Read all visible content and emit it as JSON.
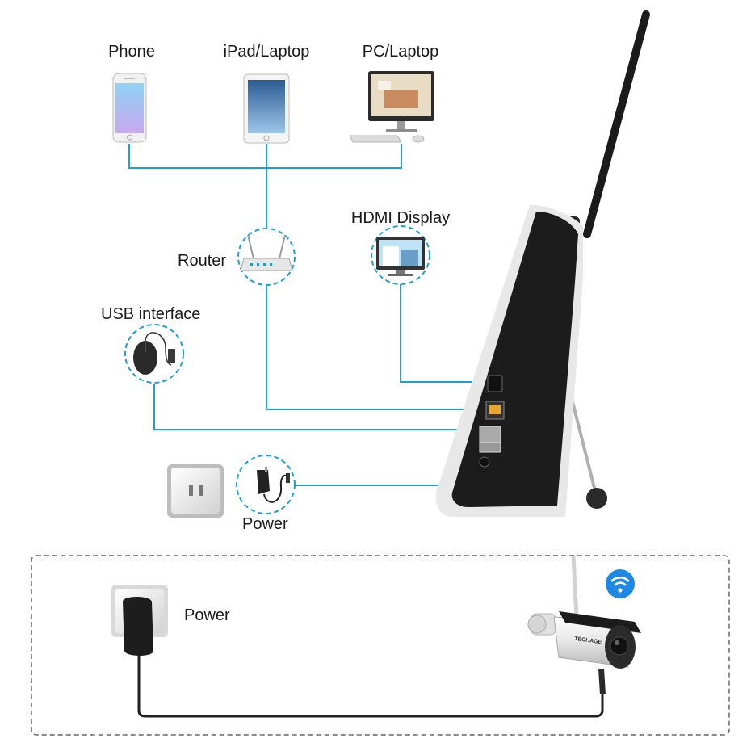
{
  "labels": {
    "phone": "Phone",
    "ipad": "iPad/Laptop",
    "pc": "PC/Laptop",
    "router": "Router",
    "hdmi": "HDMI Display",
    "usb": "USB interface",
    "power_adapter": "Power",
    "power_camera": "Power"
  },
  "camera_brand": "TECHAGE",
  "colors": {
    "connection_line": "#1ea0cf",
    "dashed_circle": "#1ea0cf",
    "wifi_badge": "#1e88e5",
    "nvr_body": "#1c1c1c",
    "camera_cable": "#222222"
  },
  "icons": [
    "wifi-icon",
    "phone-icon",
    "tablet-icon",
    "pc-icon",
    "router-icon",
    "monitor-icon",
    "mouse-icon",
    "outlet-icon",
    "adapter-icon",
    "camera-icon"
  ]
}
